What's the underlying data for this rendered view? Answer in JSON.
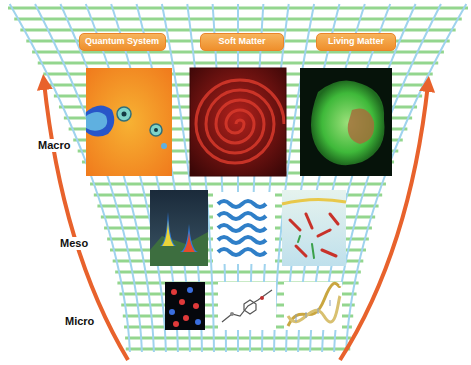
{
  "diagram": {
    "nodes": [
      {
        "text": [
          "Quantum System"
        ]
      },
      {
        "text": [
          "Soft Matter"
        ]
      },
      {
        "text": [
          "Living Matter"
        ]
      }
    ],
    "labels": [
      "Macro",
      "Meso",
      "Micro"
    ]
  }
}
